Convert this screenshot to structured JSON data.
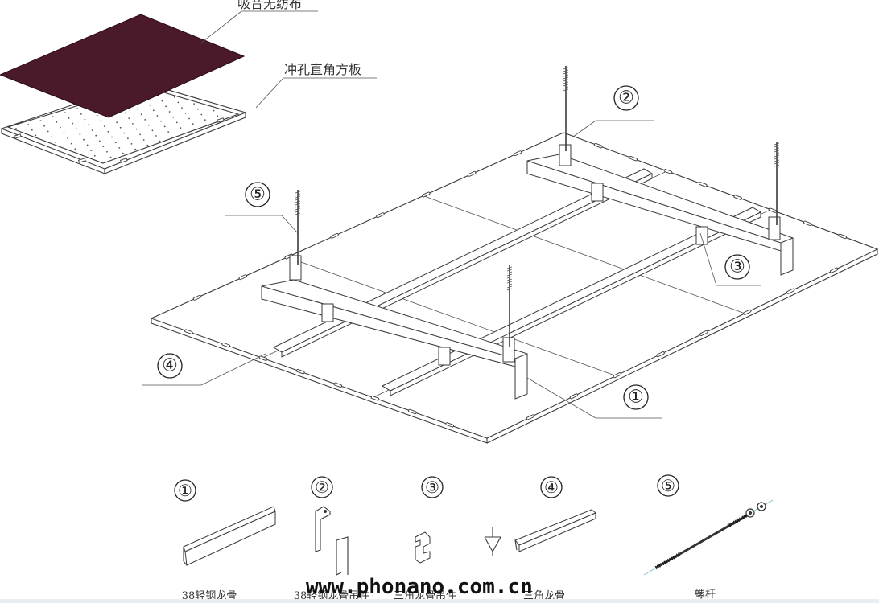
{
  "labels": {
    "fabric": "吸音无纺布",
    "perforated_panel": "冲孔直角方板"
  },
  "callouts": {
    "c1": "①",
    "c2": "②",
    "c3": "③",
    "c4": "④",
    "c5": "⑤"
  },
  "legend": [
    {
      "num": "①",
      "caption": "38轻钢龙骨"
    },
    {
      "num": "②",
      "caption": "38轻钢龙骨吊件"
    },
    {
      "num": "③",
      "caption": "三角龙骨吊件"
    },
    {
      "num": "④",
      "caption": "三角龙骨"
    },
    {
      "num": "⑤",
      "caption": "螺杆"
    }
  ],
  "watermark": "www.phonano.com.cn",
  "colors": {
    "fabric": "#4a1a2a",
    "line": "#3a3a3a",
    "rod_highlight": "#7fbfd0"
  }
}
